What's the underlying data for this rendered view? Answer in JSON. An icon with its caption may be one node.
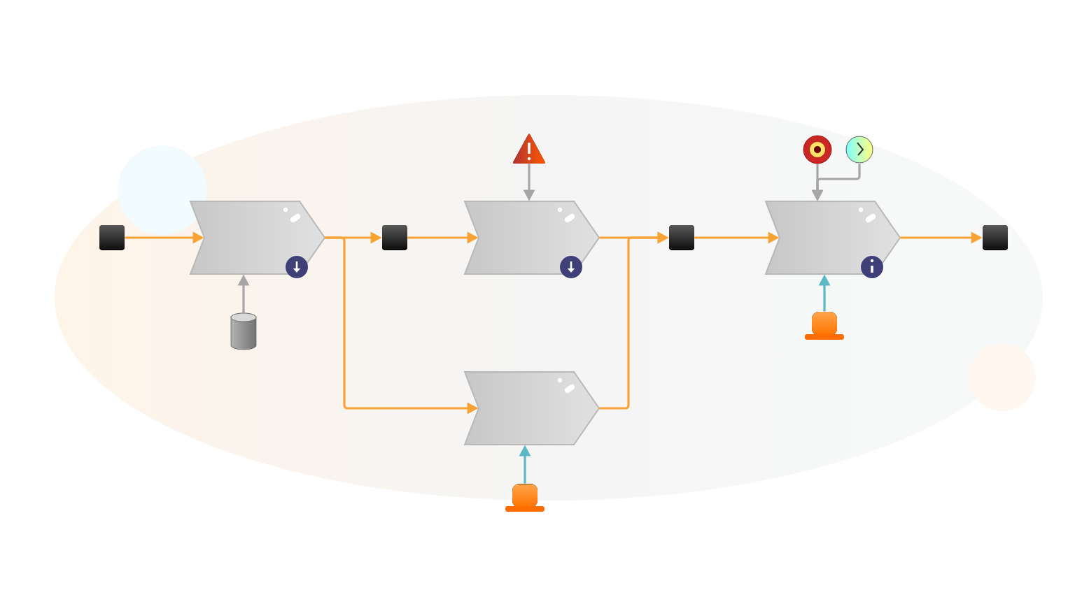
{
  "diagram": {
    "nodes": [
      {
        "text": [],
        "shape": "box"
      },
      {
        "text": [],
        "shape": "chevron"
      },
      {
        "text": [],
        "shape": "cylinder"
      },
      {
        "text": [],
        "shape": "box"
      },
      {
        "text": [],
        "shape": "triangle"
      },
      {
        "text": [],
        "shape": "chevron"
      },
      {
        "text": [],
        "shape": "chevron"
      },
      {
        "text": [],
        "shape": "button"
      },
      {
        "text": [],
        "shape": "box"
      },
      {
        "text": [],
        "shape": "circle"
      },
      {
        "text": [],
        "shape": "circle"
      },
      {
        "text": [],
        "shape": "chevron"
      },
      {
        "text": [],
        "shape": "button"
      },
      {
        "text": [],
        "shape": "box"
      }
    ],
    "edges": [
      {
        "from": 0,
        "to": 1,
        "arrow": "to"
      },
      {
        "from": 2,
        "to": 1,
        "arrow": "to",
        "color": "#a6a6a6"
      },
      {
        "from": 1,
        "to": 3,
        "arrow": "to"
      },
      {
        "from": 3,
        "to": 5,
        "arrow": "to"
      },
      {
        "from": 1,
        "to": 6,
        "arrow": "to"
      },
      {
        "from": 4,
        "to": 5,
        "arrow": "to",
        "color": "#a6a6a6"
      },
      {
        "from": 5,
        "to": 8,
        "arrow": "to"
      },
      {
        "from": 6,
        "to": 8,
        "arrow": "to"
      },
      {
        "from": 7,
        "to": 6,
        "arrow": "to",
        "color": "#5bb8c4"
      },
      {
        "from": 8,
        "to": 11,
        "arrow": "to"
      },
      {
        "from": 9,
        "to": 11,
        "arrow": "to",
        "color": "#a6a6a6"
      },
      {
        "from": 10,
        "to": 11,
        "arrow": "to",
        "color": "#a6a6a6"
      },
      {
        "from": 12,
        "to": 11,
        "arrow": "to",
        "color": "#5bb8c4"
      },
      {
        "from": 11,
        "to": 13,
        "arrow": "to"
      }
    ]
  }
}
